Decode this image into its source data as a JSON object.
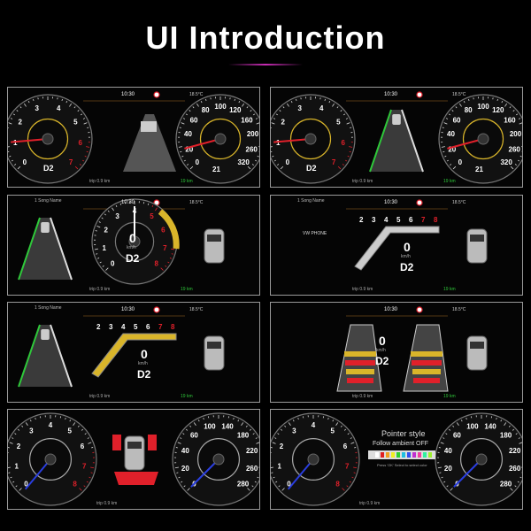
{
  "title": "UI Introduction",
  "colors": {
    "red": "#e0202a",
    "yellow": "#d9b52a",
    "green": "#2fc83a",
    "blue": "#2a3ee0",
    "frame": "#9a9a9a"
  },
  "common": {
    "time": "10:30",
    "temp": "18.5°C",
    "trip": "trip 0.9 km",
    "gear": "D2",
    "speed": "0",
    "speed_unit": "km/h",
    "range": "19 km",
    "song": "1 Song Name",
    "phone": "VW PHONE",
    "odo": "21"
  },
  "tach_labels": [
    "0",
    "1",
    "2",
    "3",
    "4",
    "5",
    "6",
    "7",
    "8"
  ],
  "speed_labels": [
    "0",
    "20",
    "40",
    "60",
    "80",
    "100",
    "120",
    "160",
    "200",
    "260",
    "320"
  ],
  "speed_labels_v2": [
    "0",
    "20",
    "40",
    "60",
    "100",
    "140",
    "180",
    "220",
    "260",
    "280"
  ],
  "gear_bar": [
    "2",
    "3",
    "4",
    "5",
    "6",
    "7",
    "8"
  ],
  "panels": [
    {
      "name": "classic-lane-view"
    },
    {
      "name": "classic-lane-assist"
    },
    {
      "name": "center-tachometer"
    },
    {
      "name": "phone-bar-tachometer"
    },
    {
      "name": "color-bar-tachometer"
    },
    {
      "name": "dual-lane-bars"
    },
    {
      "name": "sport-car-view"
    },
    {
      "name": "pointer-style-settings"
    }
  ],
  "settings": {
    "pointer_style": "Pointer style",
    "follow_ambient": "Follow ambient  OFF",
    "hint": "Press 'OK' Select to select color"
  }
}
